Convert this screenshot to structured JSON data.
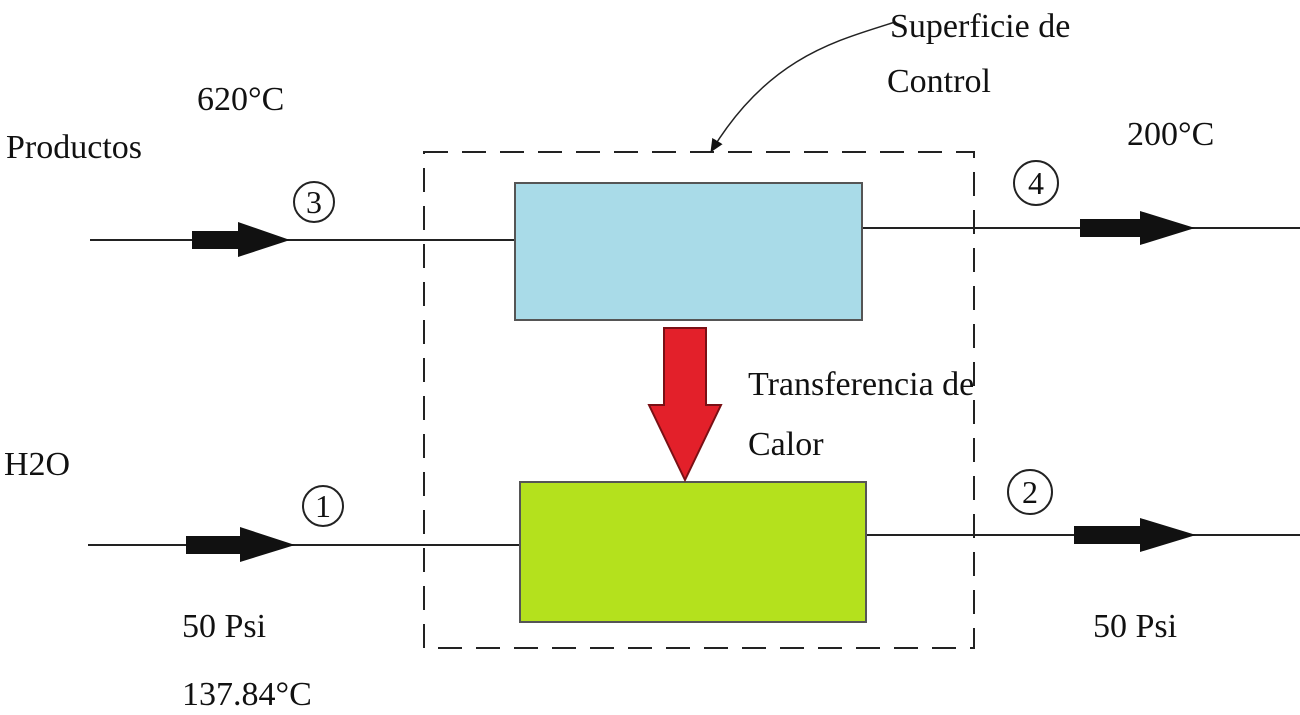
{
  "labels": {
    "productos": "Productos",
    "h2o": "H2O",
    "temp_in_products": "620°C",
    "temp_out_products": "200°C",
    "pressure_in_water": "50 Psi",
    "temp_in_water": "137.84°C",
    "pressure_out_water": "50 Psi",
    "control_surface_line1": "Superficie de",
    "control_surface_line2": "Control",
    "heat_transfer_line1": "Transferencia de",
    "heat_transfer_line2": "Calor"
  },
  "streams": {
    "s1": "1",
    "s2": "2",
    "s3": "3",
    "s4": "4"
  },
  "colors": {
    "hot_box": "#a9dbe8",
    "cold_box": "#b4e11d",
    "heat_arrow": "#e3202a",
    "line": "#222222"
  }
}
